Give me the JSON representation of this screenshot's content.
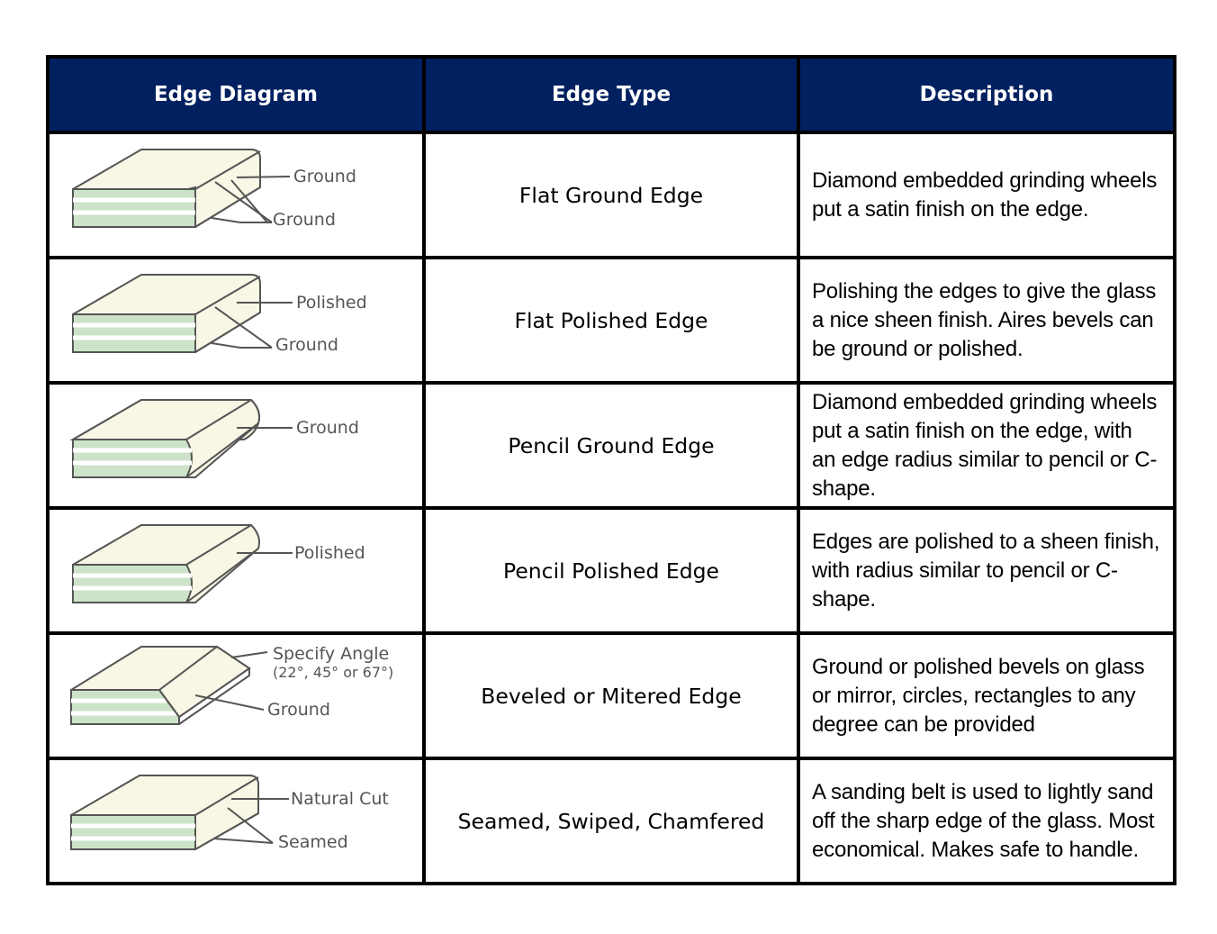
{
  "table": {
    "headers": {
      "diagram": "Edge Diagram",
      "type": "Edge Type",
      "description": "Description"
    },
    "rows": [
      {
        "diagram_labels": [
          "Ground",
          "Ground"
        ],
        "type": "Flat Ground Edge",
        "description": "Diamond embedded grinding wheels put a satin finish on the edge."
      },
      {
        "diagram_labels": [
          "Polished",
          "Ground"
        ],
        "type": "Flat Polished Edge",
        "description": "Polishing the edges to give the glass a nice sheen finish.  Aires bevels can be ground or polished."
      },
      {
        "diagram_labels": [
          "Ground"
        ],
        "type": "Pencil Ground Edge",
        "description": "Diamond embedded grinding wheels put a satin finish on the edge, with an edge radius similar to pencil or C-shape."
      },
      {
        "diagram_labels": [
          "Polished"
        ],
        "type": "Pencil Polished Edge",
        "description": "Edges are polished to a sheen finish, with radius similar to pencil or C-shape."
      },
      {
        "diagram_labels": [
          "Specify Angle",
          "(22°, 45° or 67°)",
          "Ground"
        ],
        "type": "Beveled or Mitered Edge",
        "description": "Ground or polished bevels on glass or mirror, circles, rectangles to any degree can be provided"
      },
      {
        "diagram_labels": [
          "Natural Cut",
          "Seamed"
        ],
        "type": "Seamed, Swiped, Chamfered",
        "description": "A sanding belt is used to lightly sand off the sharp edge of the glass.  Most economical.  Makes safe to handle."
      }
    ]
  },
  "colors": {
    "header_bg": "#012060",
    "header_text": "#ffffff",
    "border": "#000000",
    "glass_top": "#f8f6e4",
    "glass_edge_green": "#cde3c9"
  }
}
